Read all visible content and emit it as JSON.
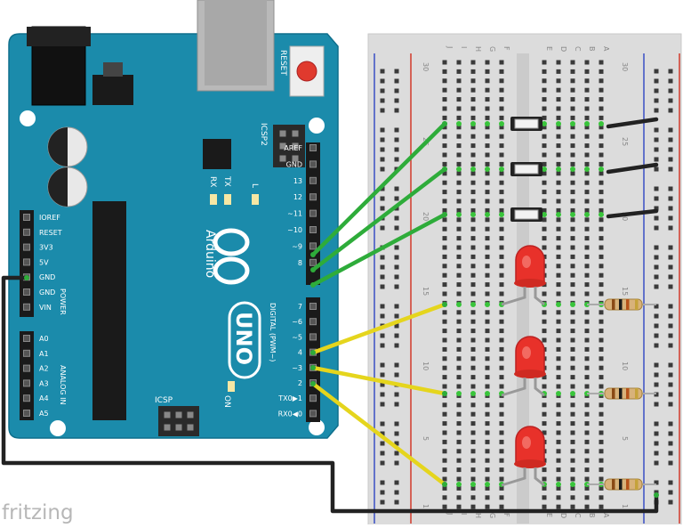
{
  "board": {
    "brand": "Arduino",
    "model": "UNO",
    "reset_label": "RESET",
    "icsp2_label": "ICSP2",
    "icsp_label": "ICSP",
    "tx_label": "TX",
    "rx_label": "RX",
    "l_label": "L",
    "on_label": "ON",
    "power_label": "POWER",
    "analog_label": "ANALOG IN",
    "digital_label": "DIGITAL (PWM~)",
    "left_header_pins": [
      "IOREF",
      "RESET",
      "3V3",
      "5V",
      "GND",
      "GND",
      "VIN"
    ],
    "analog_pins": [
      "A0",
      "A1",
      "A2",
      "A3",
      "A4",
      "A5"
    ],
    "digital_high_pins": [
      "AREF",
      "GND",
      "13",
      "12",
      "~11",
      "~10",
      "~9",
      "8"
    ],
    "digital_low_pins": [
      "7",
      "~6",
      "~5",
      "4",
      "~3",
      "2",
      "TX0▶1",
      "RX0◀0"
    ],
    "colors": {
      "pcb": "#1b8bab",
      "pcb_dark": "#0f6f8c",
      "silk": "#ffffff"
    }
  },
  "breadboard": {
    "column_letters": [
      "J",
      "I",
      "H",
      "G",
      "F",
      "E",
      "D",
      "C",
      "B",
      "A"
    ],
    "row_numbers": [
      "30",
      "25",
      "20",
      "15",
      "10",
      "5",
      "1"
    ],
    "colors": {
      "board": "#dcdcdc",
      "red_rail": "#d23a2b",
      "blue_rail": "#3a4fc4"
    }
  },
  "components": {
    "buttons": 3,
    "leds": 3,
    "resistors": 3,
    "led_color": "#e8312a"
  },
  "wires": {
    "colors": {
      "green": "#2eac3a",
      "yellow": "#e5d51d",
      "black": "#222222"
    }
  },
  "watermark": "fritzing"
}
